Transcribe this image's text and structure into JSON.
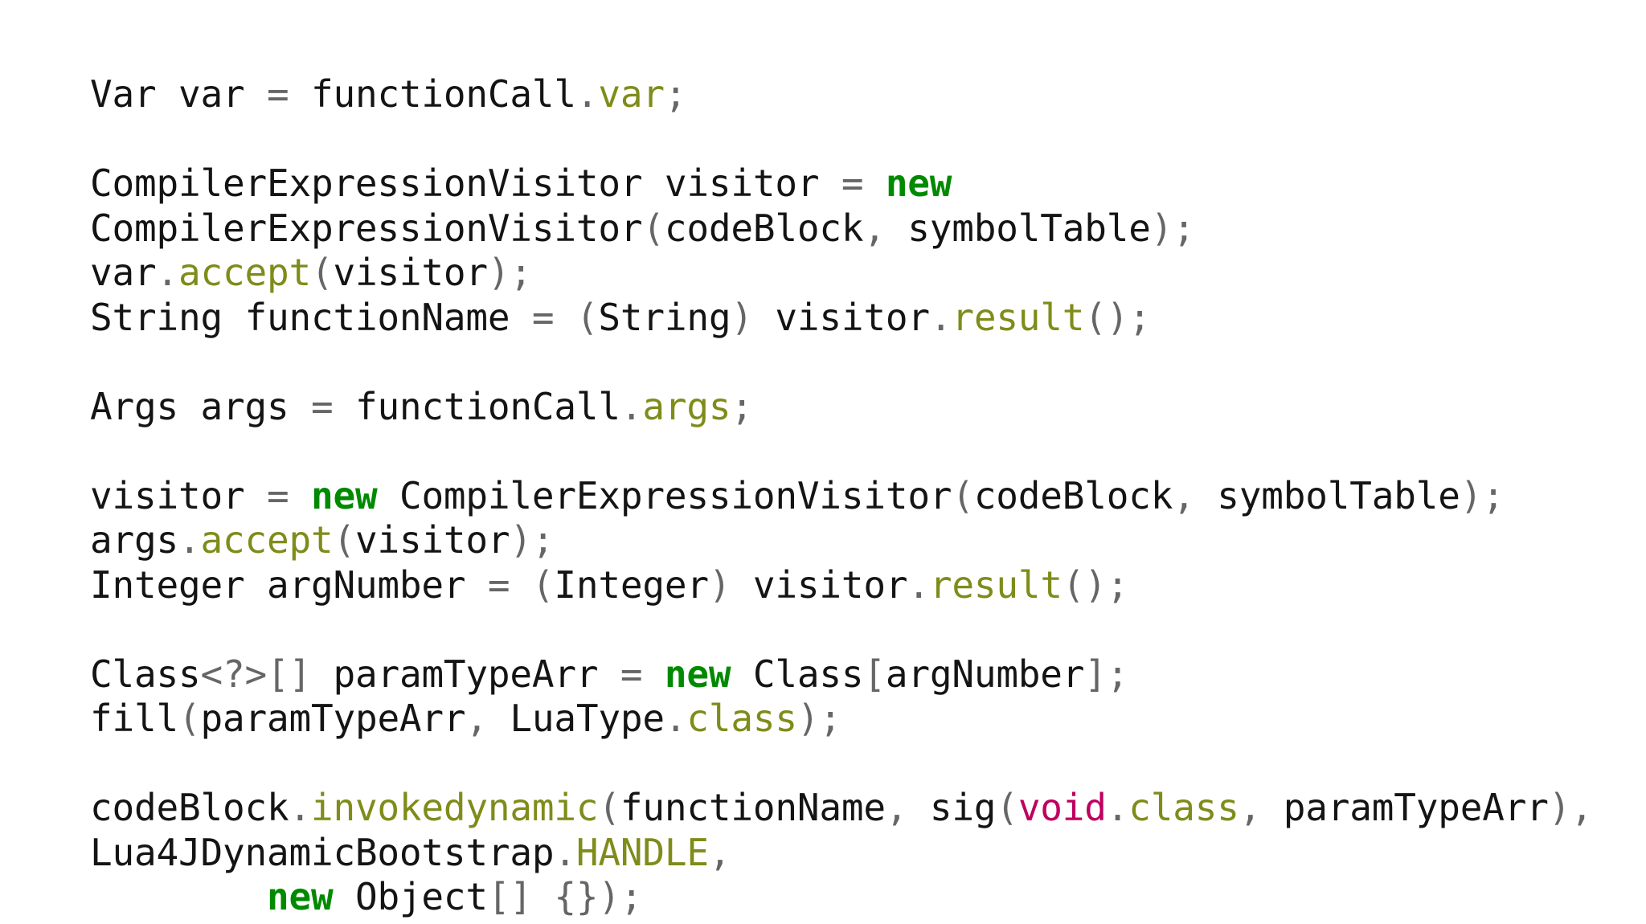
{
  "document": {
    "kind": "source-code-snippet",
    "language": "java",
    "background_color": "#ffffff"
  },
  "theme": {
    "plain_color": "#141414",
    "keyword_color": "#008a00",
    "member_color": "#7f8c1a",
    "primitive_type_color": "#bf0060",
    "punctuation_color": "#666666"
  },
  "code": {
    "lines": [
      {
        "id": "line-1",
        "plain_text": "Var var = functionCall.var;",
        "tokens": [
          {
            "text": "Var var ",
            "style": "plain"
          },
          {
            "text": "=",
            "style": "punct"
          },
          {
            "text": " functionCall",
            "style": "plain"
          },
          {
            "text": ".",
            "style": "punct"
          },
          {
            "text": "var",
            "style": "member"
          },
          {
            "text": ";",
            "style": "punct"
          }
        ]
      },
      {
        "id": "line-2",
        "plain_text": "",
        "tokens": []
      },
      {
        "id": "line-3",
        "plain_text": "CompilerExpressionVisitor visitor = new CompilerExpressionVisitor(codeBlock, symbolTable);",
        "tokens": [
          {
            "text": "CompilerExpressionVisitor visitor ",
            "style": "plain"
          },
          {
            "text": "=",
            "style": "punct"
          },
          {
            "text": " ",
            "style": "plain"
          },
          {
            "text": "new",
            "style": "keyword"
          },
          {
            "text": " CompilerExpressionVisitor",
            "style": "plain"
          },
          {
            "text": "(",
            "style": "punct"
          },
          {
            "text": "codeBlock",
            "style": "plain"
          },
          {
            "text": ",",
            "style": "punct"
          },
          {
            "text": " symbolTable",
            "style": "plain"
          },
          {
            "text": ");",
            "style": "punct"
          }
        ]
      },
      {
        "id": "line-4",
        "plain_text": "var.accept(visitor);",
        "tokens": [
          {
            "text": "var",
            "style": "plain"
          },
          {
            "text": ".",
            "style": "punct"
          },
          {
            "text": "accept",
            "style": "member"
          },
          {
            "text": "(",
            "style": "punct"
          },
          {
            "text": "visitor",
            "style": "plain"
          },
          {
            "text": ");",
            "style": "punct"
          }
        ]
      },
      {
        "id": "line-5",
        "plain_text": "String functionName = (String) visitor.result();",
        "tokens": [
          {
            "text": "String functionName ",
            "style": "plain"
          },
          {
            "text": "=",
            "style": "punct"
          },
          {
            "text": " ",
            "style": "plain"
          },
          {
            "text": "(",
            "style": "punct"
          },
          {
            "text": "String",
            "style": "plain"
          },
          {
            "text": ")",
            "style": "punct"
          },
          {
            "text": " visitor",
            "style": "plain"
          },
          {
            "text": ".",
            "style": "punct"
          },
          {
            "text": "result",
            "style": "member"
          },
          {
            "text": "();",
            "style": "punct"
          }
        ]
      },
      {
        "id": "line-6",
        "plain_text": "",
        "tokens": []
      },
      {
        "id": "line-7",
        "plain_text": "Args args = functionCall.args;",
        "tokens": [
          {
            "text": "Args args ",
            "style": "plain"
          },
          {
            "text": "=",
            "style": "punct"
          },
          {
            "text": " functionCall",
            "style": "plain"
          },
          {
            "text": ".",
            "style": "punct"
          },
          {
            "text": "args",
            "style": "member"
          },
          {
            "text": ";",
            "style": "punct"
          }
        ]
      },
      {
        "id": "line-8",
        "plain_text": "",
        "tokens": []
      },
      {
        "id": "line-9",
        "plain_text": "visitor = new CompilerExpressionVisitor(codeBlock, symbolTable);",
        "tokens": [
          {
            "text": "visitor ",
            "style": "plain"
          },
          {
            "text": "=",
            "style": "punct"
          },
          {
            "text": " ",
            "style": "plain"
          },
          {
            "text": "new",
            "style": "keyword"
          },
          {
            "text": " CompilerExpressionVisitor",
            "style": "plain"
          },
          {
            "text": "(",
            "style": "punct"
          },
          {
            "text": "codeBlock",
            "style": "plain"
          },
          {
            "text": ",",
            "style": "punct"
          },
          {
            "text": " symbolTable",
            "style": "plain"
          },
          {
            "text": ");",
            "style": "punct"
          }
        ]
      },
      {
        "id": "line-10",
        "plain_text": "args.accept(visitor);",
        "tokens": [
          {
            "text": "args",
            "style": "plain"
          },
          {
            "text": ".",
            "style": "punct"
          },
          {
            "text": "accept",
            "style": "member"
          },
          {
            "text": "(",
            "style": "punct"
          },
          {
            "text": "visitor",
            "style": "plain"
          },
          {
            "text": ");",
            "style": "punct"
          }
        ]
      },
      {
        "id": "line-11",
        "plain_text": "Integer argNumber = (Integer) visitor.result();",
        "tokens": [
          {
            "text": "Integer argNumber ",
            "style": "plain"
          },
          {
            "text": "=",
            "style": "punct"
          },
          {
            "text": " ",
            "style": "plain"
          },
          {
            "text": "(",
            "style": "punct"
          },
          {
            "text": "Integer",
            "style": "plain"
          },
          {
            "text": ")",
            "style": "punct"
          },
          {
            "text": " visitor",
            "style": "plain"
          },
          {
            "text": ".",
            "style": "punct"
          },
          {
            "text": "result",
            "style": "member"
          },
          {
            "text": "();",
            "style": "punct"
          }
        ]
      },
      {
        "id": "line-12",
        "plain_text": "",
        "tokens": []
      },
      {
        "id": "line-13",
        "plain_text": "Class<?>[] paramTypeArr = new Class[argNumber];",
        "tokens": [
          {
            "text": "Class",
            "style": "plain"
          },
          {
            "text": "<?>[]",
            "style": "punct"
          },
          {
            "text": " paramTypeArr ",
            "style": "plain"
          },
          {
            "text": "=",
            "style": "punct"
          },
          {
            "text": " ",
            "style": "plain"
          },
          {
            "text": "new",
            "style": "keyword"
          },
          {
            "text": " Class",
            "style": "plain"
          },
          {
            "text": "[",
            "style": "punct"
          },
          {
            "text": "argNumber",
            "style": "plain"
          },
          {
            "text": "];",
            "style": "punct"
          }
        ]
      },
      {
        "id": "line-14",
        "plain_text": "fill(paramTypeArr, LuaType.class);",
        "tokens": [
          {
            "text": "fill",
            "style": "plain"
          },
          {
            "text": "(",
            "style": "punct"
          },
          {
            "text": "paramTypeArr",
            "style": "plain"
          },
          {
            "text": ",",
            "style": "punct"
          },
          {
            "text": " LuaType",
            "style": "plain"
          },
          {
            "text": ".",
            "style": "punct"
          },
          {
            "text": "class",
            "style": "member"
          },
          {
            "text": ");",
            "style": "punct"
          }
        ]
      },
      {
        "id": "line-15",
        "plain_text": "",
        "tokens": []
      },
      {
        "id": "line-16",
        "plain_text": "codeBlock.invokedynamic(functionName, sig(void.class, paramTypeArr),",
        "tokens": [
          {
            "text": "codeBlock",
            "style": "plain"
          },
          {
            "text": ".",
            "style": "punct"
          },
          {
            "text": "invokedynamic",
            "style": "member"
          },
          {
            "text": "(",
            "style": "punct"
          },
          {
            "text": "functionName",
            "style": "plain"
          },
          {
            "text": ",",
            "style": "punct"
          },
          {
            "text": " sig",
            "style": "plain"
          },
          {
            "text": "(",
            "style": "punct"
          },
          {
            "text": "void",
            "style": "type"
          },
          {
            "text": ".",
            "style": "punct"
          },
          {
            "text": "class",
            "style": "member"
          },
          {
            "text": ",",
            "style": "punct"
          },
          {
            "text": " paramTypeArr",
            "style": "plain"
          },
          {
            "text": "),",
            "style": "punct"
          }
        ]
      },
      {
        "id": "line-17",
        "plain_text": "Lua4JDynamicBootstrap.HANDLE,",
        "tokens": [
          {
            "text": "Lua4JDynamicBootstrap",
            "style": "plain"
          },
          {
            "text": ".",
            "style": "punct"
          },
          {
            "text": "HANDLE",
            "style": "member"
          },
          {
            "text": ",",
            "style": "punct"
          }
        ]
      },
      {
        "id": "line-18",
        "plain_text": "        new Object[] {});",
        "tokens": [
          {
            "text": "        ",
            "style": "indent"
          },
          {
            "text": "new",
            "style": "keyword"
          },
          {
            "text": " Object",
            "style": "plain"
          },
          {
            "text": "[]",
            "style": "punct"
          },
          {
            "text": " ",
            "style": "plain"
          },
          {
            "text": "{}",
            "style": "punct"
          },
          {
            "text": ");",
            "style": "punct"
          }
        ]
      }
    ]
  }
}
